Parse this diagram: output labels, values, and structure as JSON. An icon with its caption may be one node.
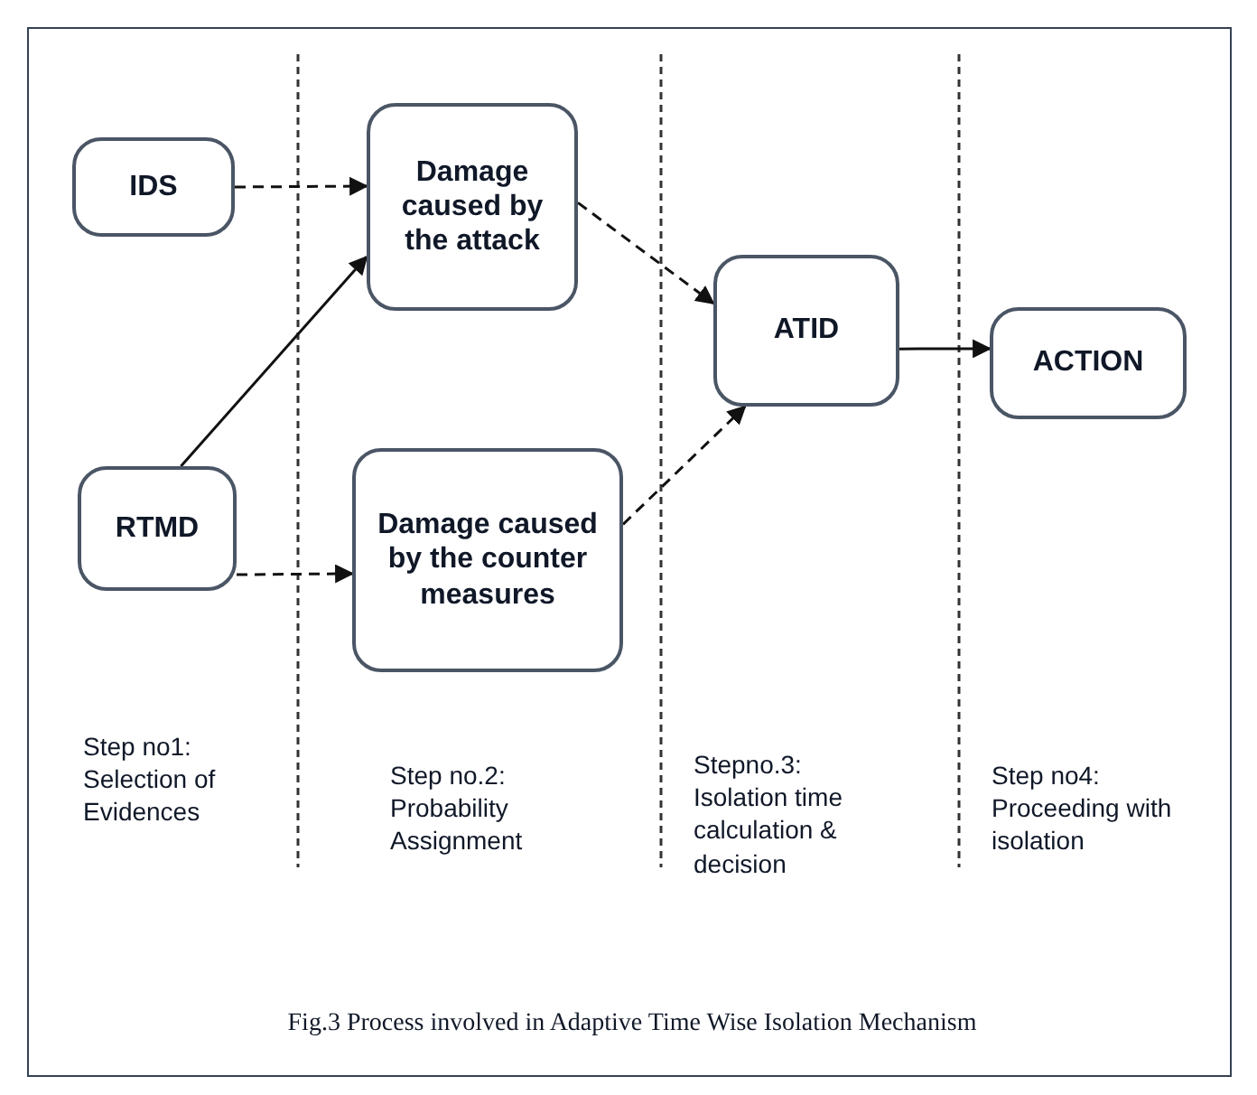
{
  "diagram": {
    "caption": "Fig.3 Process involved in Adaptive Time Wise Isolation Mechanism",
    "nodes": [
      {
        "text": [
          "IDS"
        ]
      },
      {
        "text": [
          "Damage caused by the attack"
        ]
      },
      {
        "text": [
          "RTMD"
        ]
      },
      {
        "text": [
          "Damage caused by the counter measures"
        ]
      },
      {
        "text": [
          "ATID"
        ]
      },
      {
        "text": [
          "ACTION"
        ]
      }
    ],
    "edges": [
      {
        "from": 0,
        "to": 1,
        "arrow": "to",
        "style": "dashed"
      },
      {
        "from": 2,
        "to": 1,
        "arrow": "to"
      },
      {
        "from": 2,
        "to": 3,
        "arrow": "to",
        "style": "dashed"
      },
      {
        "from": 1,
        "to": 4,
        "arrow": "to",
        "style": "dashed"
      },
      {
        "from": 3,
        "to": 4,
        "arrow": "to",
        "style": "dashed"
      },
      {
        "from": 4,
        "to": 5,
        "arrow": "to"
      }
    ],
    "labels": [
      "Step no1: Selection of Evidences",
      "Step no.2: Probability Assignment",
      "Stepno.3: Isolation time calculation & decision",
      "Step no4: Proceeding with isolation"
    ]
  }
}
